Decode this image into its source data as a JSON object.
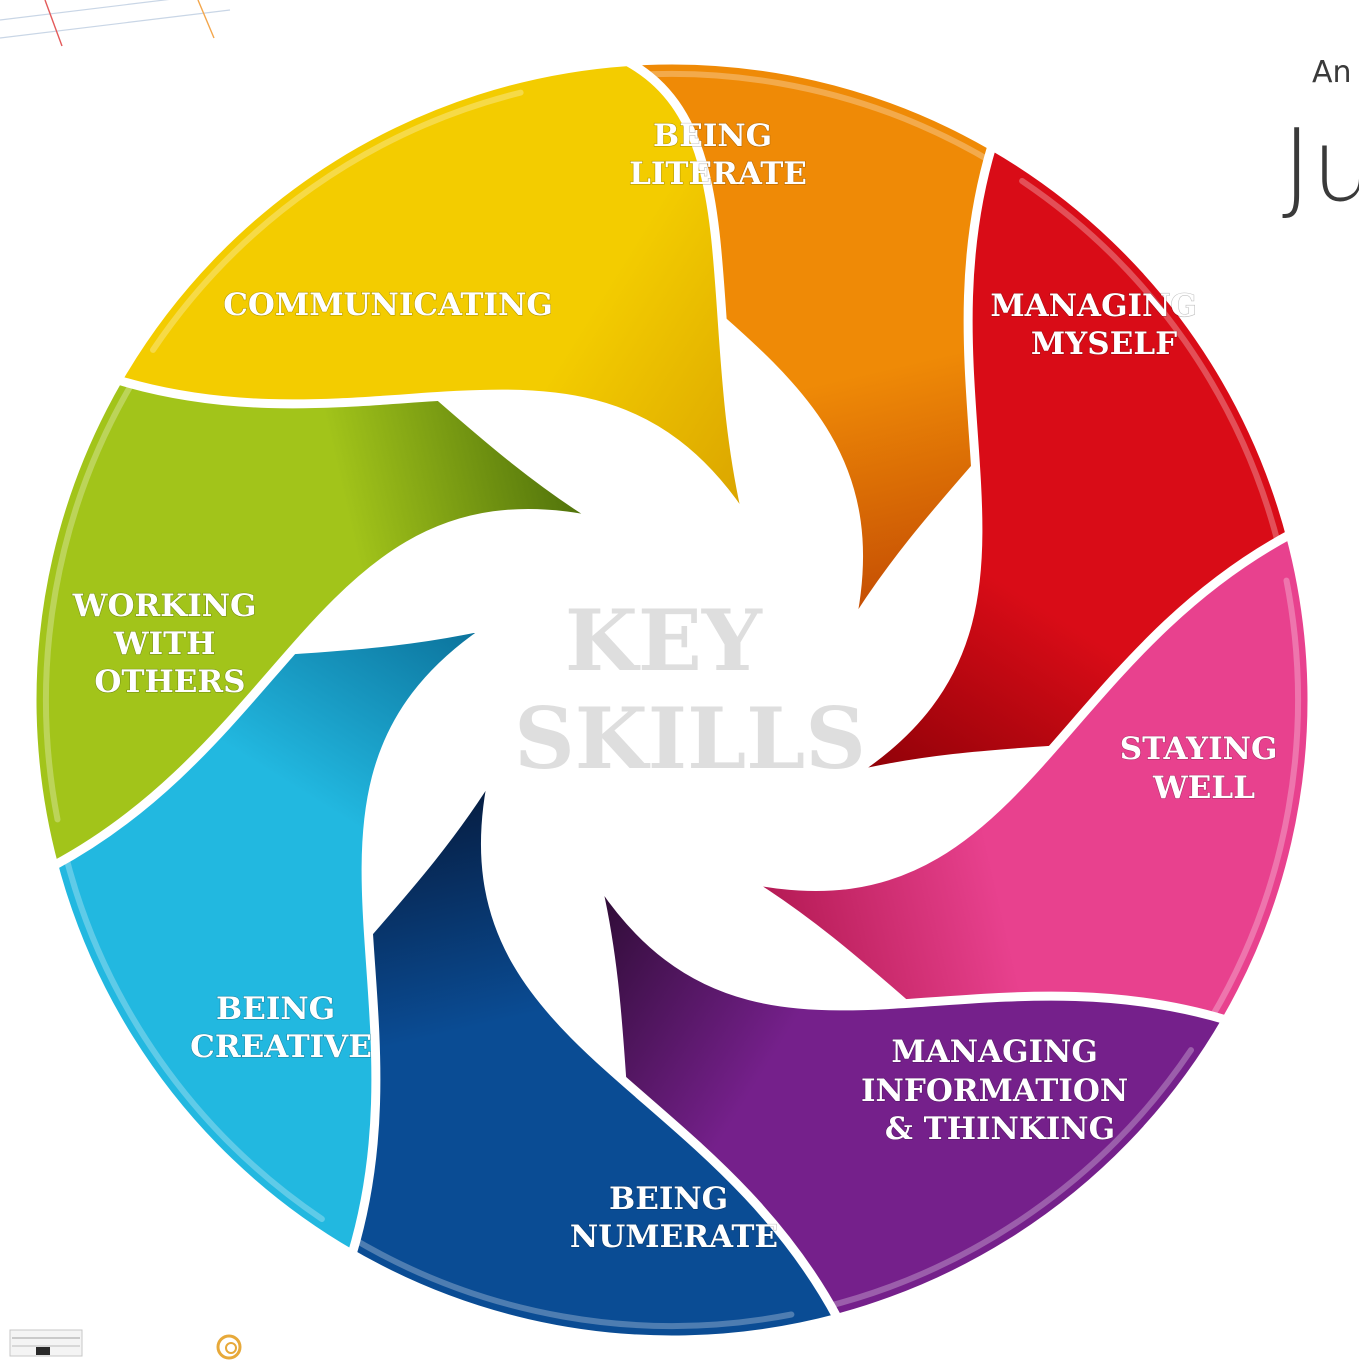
{
  "diagram": {
    "center_label_lines": [
      "KEY",
      "SKILLS"
    ],
    "segments": [
      {
        "key": "being-literate",
        "lines": [
          "BEING",
          "LITERATE"
        ],
        "color": "#ef8a06",
        "dark": "#c24a04"
      },
      {
        "key": "managing-myself",
        "lines": [
          "MANAGING",
          "MYSELF"
        ],
        "color": "#d90c17",
        "dark": "#8a0007"
      },
      {
        "key": "staying-well",
        "lines": [
          "STAYING",
          "WELL"
        ],
        "color": "#e8418e",
        "dark": "#b0174f"
      },
      {
        "key": "managing-information-thinking",
        "lines": [
          "MANAGING",
          "INFORMATION",
          "& THINKING"
        ],
        "color": "#75208b",
        "dark": "#2a0b30"
      },
      {
        "key": "being-numerate",
        "lines": [
          "BEING",
          "NUMERATE"
        ],
        "color": "#0a4c94",
        "dark": "#061a3c"
      },
      {
        "key": "being-creative",
        "lines": [
          "BEING",
          "CREATIVE"
        ],
        "color": "#22b8e0",
        "dark": "#0a6d96"
      },
      {
        "key": "working-with-others",
        "lines": [
          "WORKING",
          "WITH",
          "OTHERS"
        ],
        "color": "#a2c41a",
        "dark": "#4a6c0a"
      },
      {
        "key": "communicating",
        "lines": [
          "COMMUNICATING"
        ],
        "color": "#f3cc00",
        "dark": "#d9a200"
      }
    ]
  },
  "corner": {
    "small_text": "An",
    "large_text": "Ju"
  }
}
